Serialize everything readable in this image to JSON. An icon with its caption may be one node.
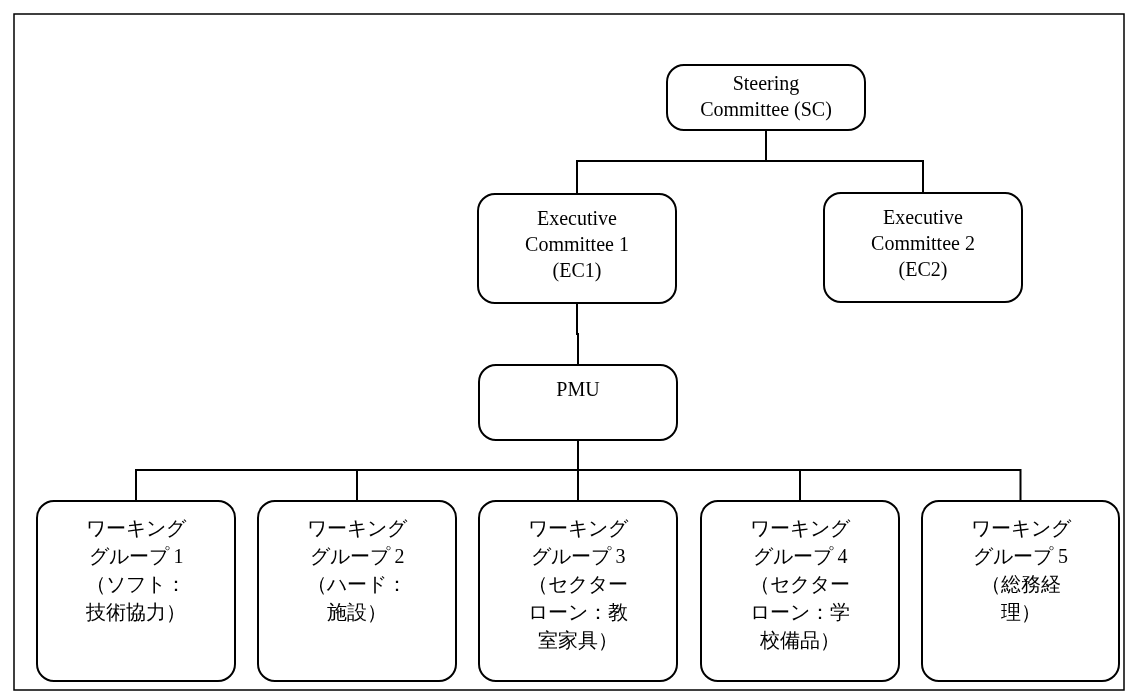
{
  "diagram": {
    "nodes": [
      {
        "text": [
          "Steering Committee (SC)"
        ]
      },
      {
        "text": [
          "Executive Committee 1 (EC1)"
        ]
      },
      {
        "text": [
          "Executive Committee 2 (EC2)"
        ]
      },
      {
        "text": [
          "PMU"
        ]
      },
      {
        "text": [
          "ワーキンググループ 1（ソフト：技術協力）"
        ]
      },
      {
        "text": [
          "ワーキンググループ 2（ハード：施設）"
        ]
      },
      {
        "text": [
          "ワーキンググループ 3（セクターローン：教室家具）"
        ]
      },
      {
        "text": [
          "ワーキンググループ 4（セクターローン：学校備品）"
        ]
      },
      {
        "text": [
          "ワーキンググループ 5（総務経理）"
        ]
      }
    ],
    "edges": [
      {
        "from": 0,
        "to": 1,
        "arrow": "none"
      },
      {
        "from": 0,
        "to": 2,
        "arrow": "none"
      },
      {
        "from": 1,
        "to": 3,
        "arrow": "none"
      },
      {
        "from": 3,
        "to": 4,
        "arrow": "none"
      },
      {
        "from": 3,
        "to": 5,
        "arrow": "none"
      },
      {
        "from": 3,
        "to": 6,
        "arrow": "none"
      },
      {
        "from": 3,
        "to": 7,
        "arrow": "none"
      },
      {
        "from": 3,
        "to": 8,
        "arrow": "none"
      }
    ]
  }
}
